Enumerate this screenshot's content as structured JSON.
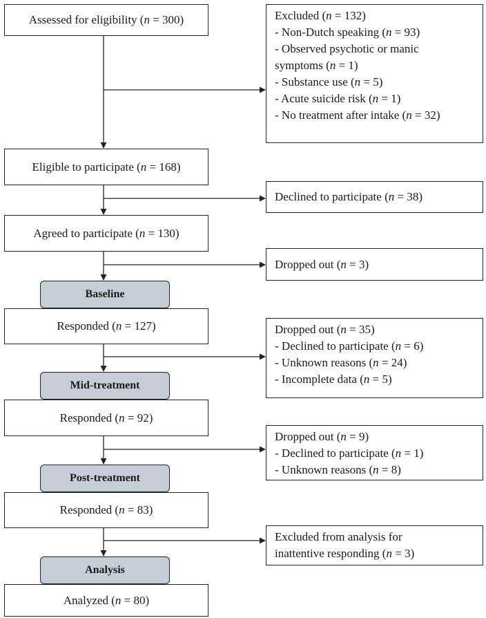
{
  "main_flow": [
    {
      "id": "assessed",
      "pre": "Assessed for eligibility (",
      "n": "300"
    },
    {
      "id": "eligible",
      "pre": "Eligible to participate (",
      "n": "168"
    },
    {
      "id": "agreed",
      "pre": "Agreed to participate (",
      "n": "130"
    },
    {
      "id": "resp-baseline",
      "pre": "Responded (",
      "n": "127"
    },
    {
      "id": "resp-mid",
      "pre": "Responded (",
      "n": "92"
    },
    {
      "id": "resp-post",
      "pre": "Responded (",
      "n": "83"
    },
    {
      "id": "analyzed",
      "pre": "Analyzed (",
      "n": "80"
    }
  ],
  "stages": [
    "Baseline",
    "Mid-treatment",
    "Post-treatment",
    "Analysis"
  ],
  "side_boxes": [
    {
      "id": "excluded",
      "lines": [
        {
          "pre": "Excluded (",
          "n": "132",
          "post": ")"
        },
        {
          "pre": "- Non-Dutch speaking (",
          "n": "93",
          "post": ")"
        },
        {
          "pre": "- Observed psychotic or manic",
          "n": "",
          "post": ""
        },
        {
          "pre": "symptoms (",
          "n": "1",
          "post": ")"
        },
        {
          "pre": "- Substance use (",
          "n": "5",
          "post": ")"
        },
        {
          "pre": "- Acute suicide risk (",
          "n": "1",
          "post": ")"
        },
        {
          "pre": "- No treatment after intake (",
          "n": "32",
          "post": ")"
        }
      ]
    },
    {
      "id": "declined",
      "lines": [
        {
          "pre": "Declined to participate (",
          "n": "38",
          "post": ")"
        }
      ]
    },
    {
      "id": "dropped-1",
      "lines": [
        {
          "pre": "Dropped out (",
          "n": "3",
          "post": ")"
        }
      ]
    },
    {
      "id": "dropped-2",
      "lines": [
        {
          "pre": "Dropped out (",
          "n": "35",
          "post": ")"
        },
        {
          "pre": "- Declined to participate (",
          "n": "6",
          "post": ")"
        },
        {
          "pre": "- Unknown reasons (",
          "n": "24",
          "post": ")"
        },
        {
          "pre": "- Incomplete data (",
          "n": "5",
          "post": ")"
        }
      ]
    },
    {
      "id": "dropped-3",
      "lines": [
        {
          "pre": "Dropped out (",
          "n": "9",
          "post": ")"
        },
        {
          "pre": "- Declined to participate (",
          "n": "1",
          "post": ")"
        },
        {
          "pre": "- Unknown reasons (",
          "n": "8",
          "post": ")"
        }
      ]
    },
    {
      "id": "excluded-analysis",
      "lines": [
        {
          "pre": "Excluded from analysis for",
          "n": "",
          "post": ""
        },
        {
          "pre": "inattentive responding (",
          "n": "3",
          "post": ")"
        }
      ]
    }
  ],
  "n_symbol": "n",
  "equals": " = ",
  "close_paren": ")"
}
